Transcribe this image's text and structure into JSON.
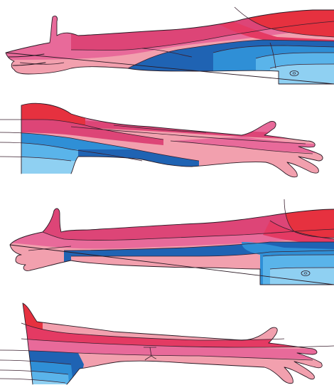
{
  "diagram": {
    "type": "dermatome-map-upper-limb",
    "views": [
      "arm-view-1",
      "arm-view-2",
      "arm-view-3",
      "arm-view-4"
    ],
    "colors": {
      "red": "#e6313f",
      "red_pink": "#e43a63",
      "magenta": "#dd4577",
      "pink": "#e86a9a",
      "light_pink": "#f2a0ae",
      "dark_blue": "#1f63b3",
      "blue": "#2f8fd6",
      "light_blue": "#5ab4ea",
      "pale_blue": "#8fd0f2",
      "outline": "#2a1a24",
      "background": "#ffffff"
    }
  }
}
